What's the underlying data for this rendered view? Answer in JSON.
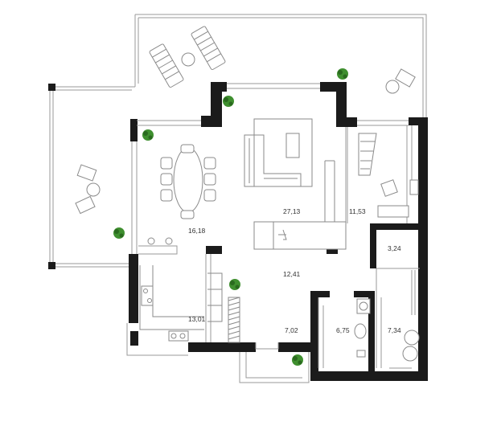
{
  "rooms": [
    {
      "id": "terrace-top",
      "area": ""
    },
    {
      "id": "living",
      "area": "27,13"
    },
    {
      "id": "dining",
      "area": "16,18"
    },
    {
      "id": "bedroom",
      "area": "11,53"
    },
    {
      "id": "closet",
      "area": "3,24"
    },
    {
      "id": "hall",
      "area": "12,41"
    },
    {
      "id": "kitchen",
      "area": "13,01"
    },
    {
      "id": "vestibule",
      "area": "7,02"
    },
    {
      "id": "bath-small",
      "area": "6,75"
    },
    {
      "id": "bath-large",
      "area": "7,34"
    }
  ],
  "colors": {
    "wall": "#1b1b1b",
    "line": "#9a9a9a",
    "plant": "#3f8f2f"
  }
}
